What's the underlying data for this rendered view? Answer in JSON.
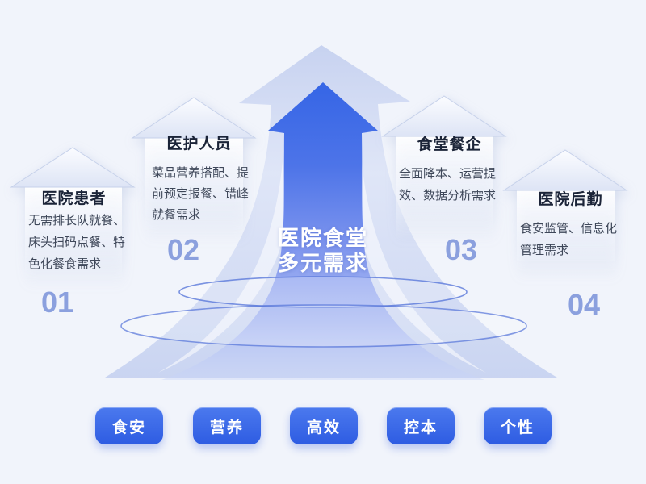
{
  "page": {
    "background": "#f1f4fb"
  },
  "center_arrow": {
    "line1": "医院食堂",
    "line2": "多元需求"
  },
  "groups": [
    {
      "number": "01",
      "title": "医院患者",
      "desc": "无需排长队就餐、床头扫码点餐、特色化餐食需求"
    },
    {
      "number": "02",
      "title": "医护人员",
      "desc": "菜品营养搭配、提前预定报餐、错峰就餐需求"
    },
    {
      "number": "03",
      "title": "食堂餐企",
      "desc": "全面降本、运营提效、数据分析需求"
    },
    {
      "number": "04",
      "title": "医院后勤",
      "desc": "食安监管、信息化管理需求"
    }
  ],
  "tags": [
    {
      "label": "食安"
    },
    {
      "label": "营养"
    },
    {
      "label": "高效"
    },
    {
      "label": "控本"
    },
    {
      "label": "个性"
    }
  ],
  "colors": {
    "arrow_blue": "#3565e6",
    "arrow_light": "#ccd6f2",
    "ring_stroke": "#5272d8",
    "number_text": "#8ba0de",
    "title_text": "#1b2438",
    "desc_text": "#3e4759",
    "tag_blue": "#2e5ce2",
    "background": "#f1f4fb"
  }
}
